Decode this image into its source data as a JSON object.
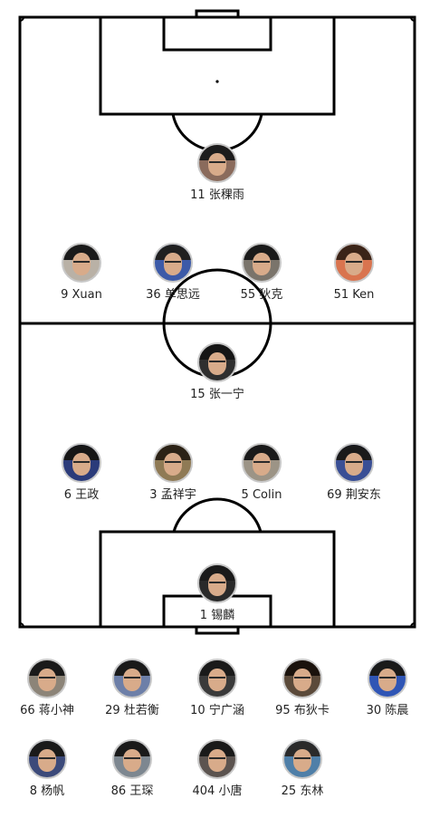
{
  "field": {
    "line_color": "#000000",
    "background": "#ffffff"
  },
  "lineup": [
    {
      "number": "11",
      "name": "张稞雨",
      "label": "11 张稞雨",
      "hair": "#1c1c1c",
      "bg": "#8a6b5c"
    },
    {
      "number": "9",
      "name": "Xuan",
      "label": "9 Xuan",
      "hair": "#1a1a1a",
      "bg": "#b9b1a6"
    },
    {
      "number": "36",
      "name": "单思远",
      "label": "36 单思远",
      "hair": "#202020",
      "bg": "#3c5aa8"
    },
    {
      "number": "55",
      "name": "狄克",
      "label": "55 狄克",
      "hair": "#1a1a1a",
      "bg": "#7a746b"
    },
    {
      "number": "51",
      "name": "Ken",
      "label": "51 Ken",
      "hair": "#3a2418",
      "bg": "#d9744f"
    },
    {
      "number": "15",
      "name": "张一宁",
      "label": "15 张一宁",
      "hair": "#151515",
      "bg": "#2f2f2f"
    },
    {
      "number": "6",
      "name": "王政",
      "label": "6 王政",
      "hair": "#161616",
      "bg": "#2b3b7a"
    },
    {
      "number": "3",
      "name": "孟祥宇",
      "label": "3 孟祥宇",
      "hair": "#2b2216",
      "bg": "#8f7a55"
    },
    {
      "number": "5",
      "name": "Colin",
      "label": "5 Colin",
      "hair": "#1a1a1a",
      "bg": "#9c9486"
    },
    {
      "number": "69",
      "name": "荆安东",
      "label": "69 荆安东",
      "hair": "#1a1a1a",
      "bg": "#3a4f95"
    },
    {
      "number": "1",
      "name": "锡麟",
      "label": "1 锡麟",
      "hair": "#1a1a1a",
      "bg": "#2a2a2a"
    }
  ],
  "bench": [
    {
      "number": "66",
      "name": "蒋小神",
      "label": "66 蒋小神",
      "hair": "#1a1a1a",
      "bg": "#8c8478"
    },
    {
      "number": "29",
      "name": "杜若衡",
      "label": "29 杜若衡",
      "hair": "#1a1a1a",
      "bg": "#6d7fa8"
    },
    {
      "number": "10",
      "name": "宁广涵",
      "label": "10 宁广涵",
      "hair": "#1a1a1a",
      "bg": "#3a3a3a"
    },
    {
      "number": "95",
      "name": "布狄卡",
      "label": "95 布狄卡",
      "hair": "#1a120c",
      "bg": "#5b4a3a"
    },
    {
      "number": "30",
      "name": "陈晨",
      "label": "30 陈晨",
      "hair": "#1a1a1a",
      "bg": "#2f55b5"
    },
    {
      "number": "8",
      "name": "杨帆",
      "label": "8 杨帆",
      "hair": "#1a1a1a",
      "bg": "#3c4a7a"
    },
    {
      "number": "86",
      "name": "王琛",
      "label": "86 王琛",
      "hair": "#1a1a1a",
      "bg": "#7d8790"
    },
    {
      "number": "404",
      "name": "小唐",
      "label": "404 小唐",
      "hair": "#1a1a1a",
      "bg": "#5c5450"
    },
    {
      "number": "25",
      "name": "东林",
      "label": "25 东林",
      "hair": "#2a2a2a",
      "bg": "#4f7fa8"
    }
  ]
}
